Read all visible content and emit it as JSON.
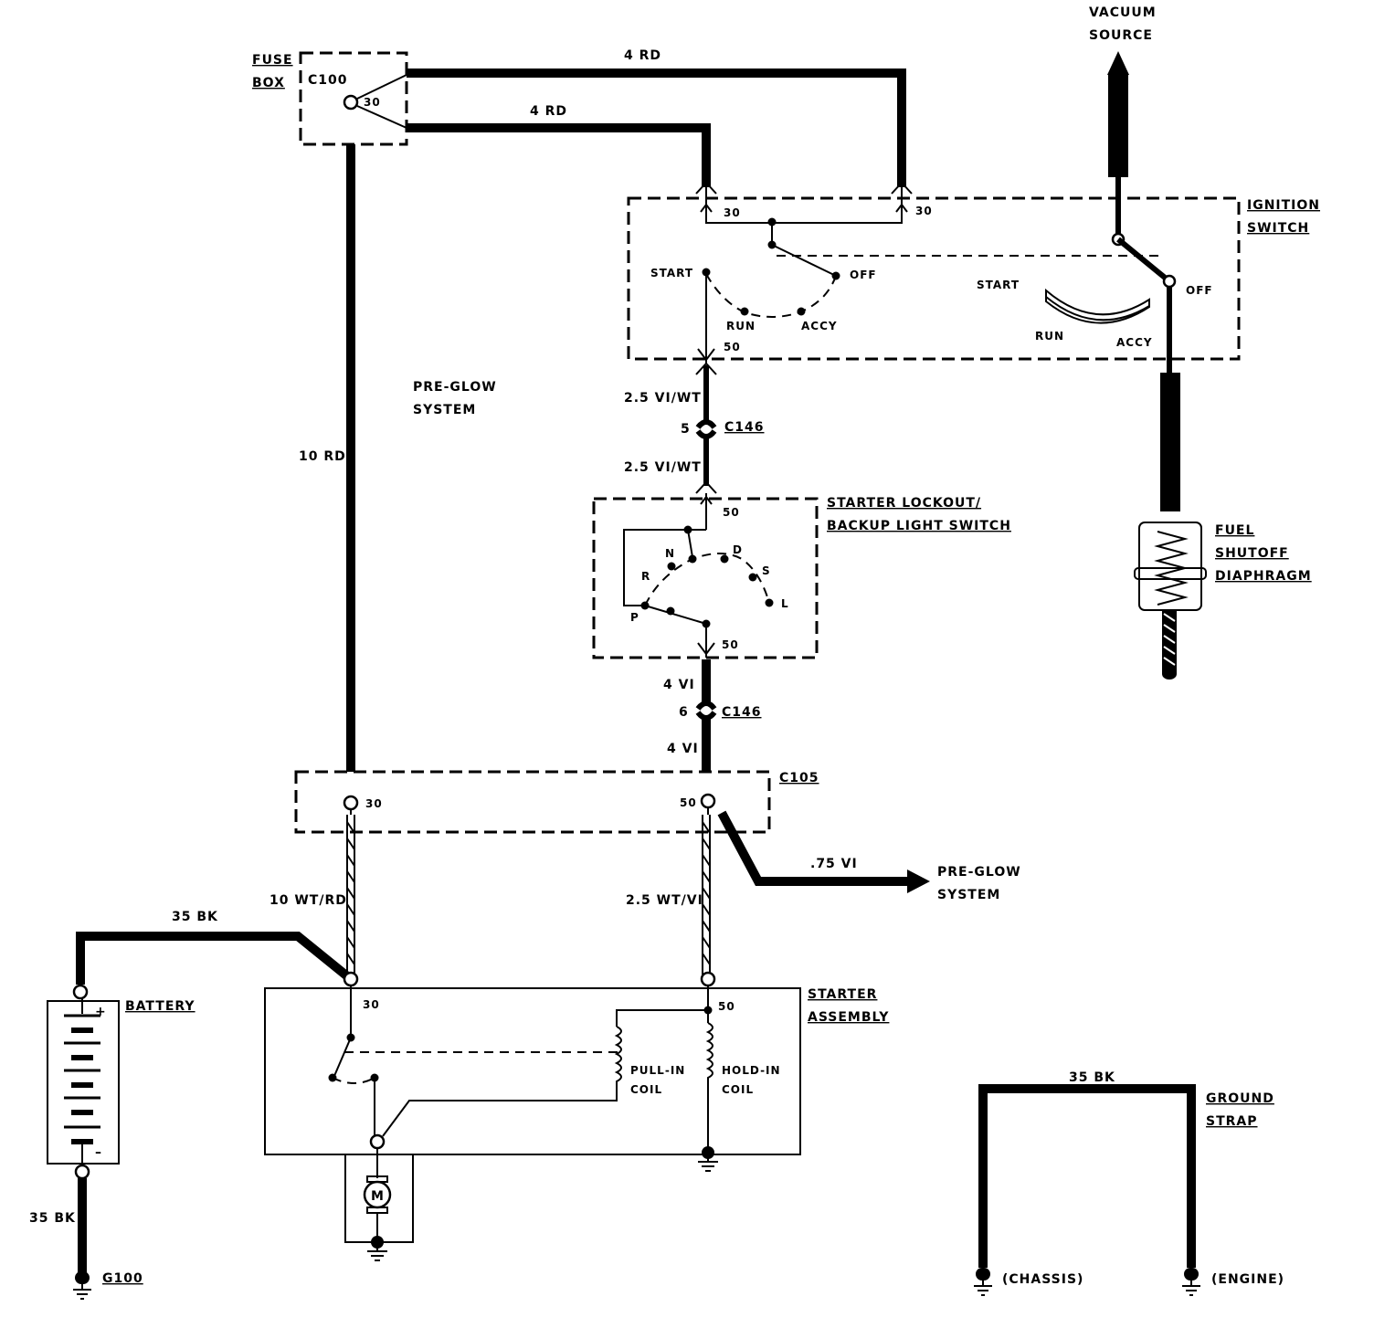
{
  "labels": {
    "vacuum_source_1": "VACUUM",
    "vacuum_source_2": "SOURCE",
    "fuse_box_1": "FUSE",
    "fuse_box_2": "BOX",
    "c100": "C100",
    "wire_4rd_a": "4 RD",
    "wire_4rd_b": "4 RD",
    "fuse_pin_30": "30",
    "ign_switch_1": "IGNITION",
    "ign_switch_2": "SWITCH",
    "ign_pin_30a": "30",
    "ign_pin_30b": "30",
    "ign_start": "START",
    "ign_off": "OFF",
    "ign_run": "RUN",
    "ign_accy": "ACCY",
    "ign_pin_50": "50",
    "ign_mech_start": "START",
    "ign_mech_off": "OFF",
    "ign_mech_run": "RUN",
    "ign_mech_accy": "ACCY",
    "preglow_1": "PRE-GLOW",
    "preglow_2": "SYSTEM",
    "wire_10rd": "10 RD",
    "wire_25viwt_a": "2.5 VI/WT",
    "c146_pin5": "5",
    "c146_a": "C146",
    "wire_25viwt_b": "2.5 VI/WT",
    "lockout_1": "STARTER LOCKOUT/",
    "lockout_2": "BACKUP LIGHT SWITCH",
    "lock_pin_50a": "50",
    "lock_n": "N",
    "lock_d": "D",
    "lock_r": "R",
    "lock_s": "S",
    "lock_l": "L",
    "lock_p": "P",
    "lock_pin_50b": "50",
    "wire_4vi_a": "4 VI",
    "c146_pin6": "6",
    "c146_b": "C146",
    "wire_4vi_b": "4 VI",
    "fuel_1": "FUEL",
    "fuel_2": "SHUTOFF",
    "fuel_3": "DIAPHRAGM",
    "c105": "C105",
    "c105_pin30": "30",
    "c105_pin50": "50",
    "wire_75vi": ".75 VI",
    "preglow_out_1": "PRE-GLOW",
    "preglow_out_2": "SYSTEM",
    "wire_10wtrd": "10 WT/RD",
    "wire_25wtvi": "2.5 WT/VI",
    "wire_35bk_top": "35 BK",
    "battery": "BATTERY",
    "batt_plus": "+",
    "batt_minus": "–",
    "starter_1": "STARTER",
    "starter_2": "ASSEMBLY",
    "start_pin_30": "30",
    "start_pin_50": "50",
    "pullin_1": "PULL-IN",
    "pullin_2": "COIL",
    "holdin_1": "HOLD-IN",
    "holdin_2": "COIL",
    "motor": "M",
    "wire_35bk_bat": "35 BK",
    "g100": "G100",
    "wire_35bk_gnd": "35 BK",
    "ground_strap_1": "GROUND",
    "ground_strap_2": "STRAP",
    "chassis": "(CHASSIS)",
    "engine": "(ENGINE)"
  }
}
